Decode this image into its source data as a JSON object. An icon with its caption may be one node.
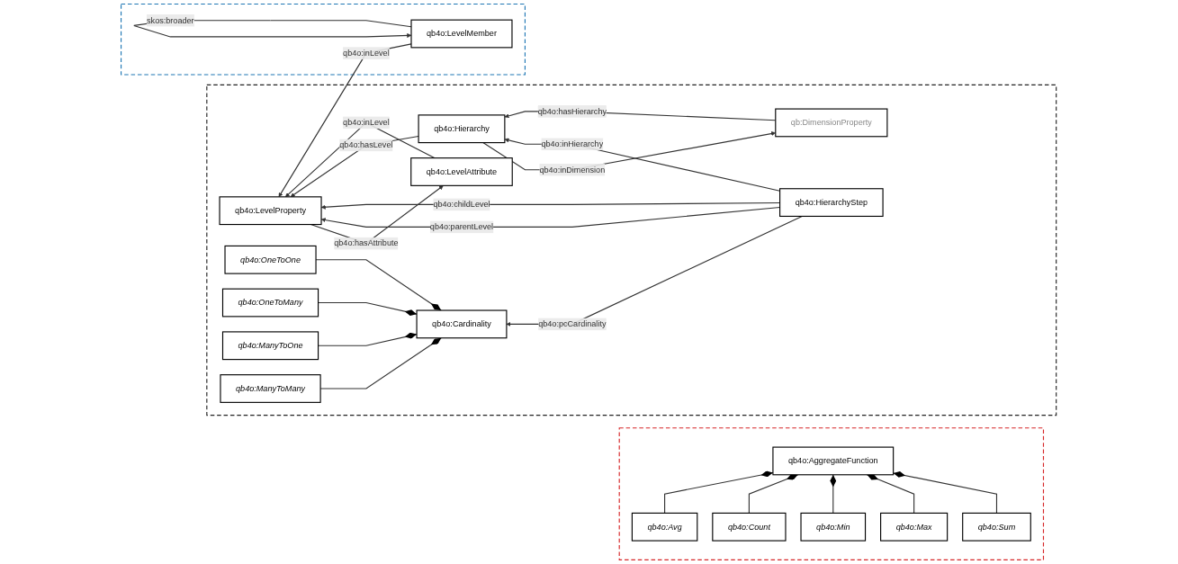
{
  "diagram": {
    "nodes": [
      {
        "text": [],
        "shape": "box"
      },
      {
        "text": [
          "qb4o:AggregateFunction"
        ],
        "in": 0
      },
      {
        "text": [
          "qb4o:Avg"
        ],
        "in": 0
      },
      {
        "text": [
          "qb4o:Count"
        ],
        "in": 0
      },
      {
        "text": [
          "qb4o:Min"
        ],
        "in": 0
      },
      {
        "text": [
          "qb4o:Max"
        ],
        "in": 0
      },
      {
        "text": [
          "qb4o:Sum"
        ],
        "in": 0
      },
      {
        "text": [],
        "shape": "box"
      },
      {
        "text": [
          "qb4o:LevelAttribute"
        ],
        "in": 7
      },
      {
        "text": [
          "qb:DimensionProperty"
        ],
        "in": 7
      },
      {
        "text": [
          "qb4o:LevelProperty"
        ],
        "in": 7
      },
      {
        "text": [
          "qb4o:Hierarchy"
        ],
        "in": 7
      },
      {
        "text": [
          "qb4o:HierarchyStep"
        ],
        "in": 7
      },
      {
        "text": [
          "qb4o:Cardinality"
        ],
        "in": 7
      },
      {
        "text": [
          "qb4o:OneToOne"
        ],
        "in": 7
      },
      {
        "text": [
          "qb4o:OneToMany"
        ],
        "in": 7
      },
      {
        "text": [
          "qb4o:ManyToOne"
        ],
        "in": 7
      },
      {
        "text": [
          "qb4o:ManyToMany"
        ],
        "in": 7
      },
      {
        "text": [],
        "shape": "box"
      },
      {
        "text": [
          "qb4o:LevelMember"
        ],
        "in": 18
      }
    ],
    "edges": [
      {
        "from": 1,
        "to": 2,
        "arrow": "other"
      },
      {
        "from": 1,
        "to": 3,
        "arrow": "other"
      },
      {
        "from": 1,
        "to": 4,
        "arrow": "other"
      },
      {
        "from": 1,
        "to": 5,
        "arrow": "other"
      },
      {
        "from": 1,
        "to": 6,
        "arrow": "other"
      },
      {
        "from": 8,
        "to": 10,
        "label": "qb4o:inLevel",
        "arrow": "to"
      },
      {
        "from": 10,
        "to": 8,
        "label": "qb4o:hasAttribute",
        "arrow": "to"
      },
      {
        "from": 9,
        "to": 11,
        "label": "qb4o:hasHierarchy",
        "arrow": "to"
      },
      {
        "from": 11,
        "to": 9,
        "label": "qb4o:inDimension",
        "arrow": "to"
      },
      {
        "from": 11,
        "to": 10,
        "label": "qb4o:hasLevel",
        "arrow": "to"
      },
      {
        "from": 12,
        "to": 10,
        "label": "qb4o:childLevel",
        "arrow": "to"
      },
      {
        "from": 12,
        "to": 10,
        "label": "qb4o:parentLevel",
        "arrow": "to"
      },
      {
        "from": 12,
        "to": 11,
        "label": "qb4o:inHierarchy",
        "arrow": "to"
      },
      {
        "from": 12,
        "to": 13,
        "label": "qb4o:pcCardinality",
        "arrow": "to"
      },
      {
        "from": 13,
        "to": 14,
        "arrow": "other"
      },
      {
        "from": 13,
        "to": 15,
        "arrow": "other"
      },
      {
        "from": 13,
        "to": 16,
        "arrow": "other"
      },
      {
        "from": 13,
        "to": 17,
        "arrow": "other"
      },
      {
        "from": 19,
        "to": 10,
        "label": "qb4o:inLevel",
        "arrow": "to"
      },
      {
        "from": 19,
        "to": 19,
        "label": "skos:broader",
        "arrow": "to"
      }
    ]
  }
}
